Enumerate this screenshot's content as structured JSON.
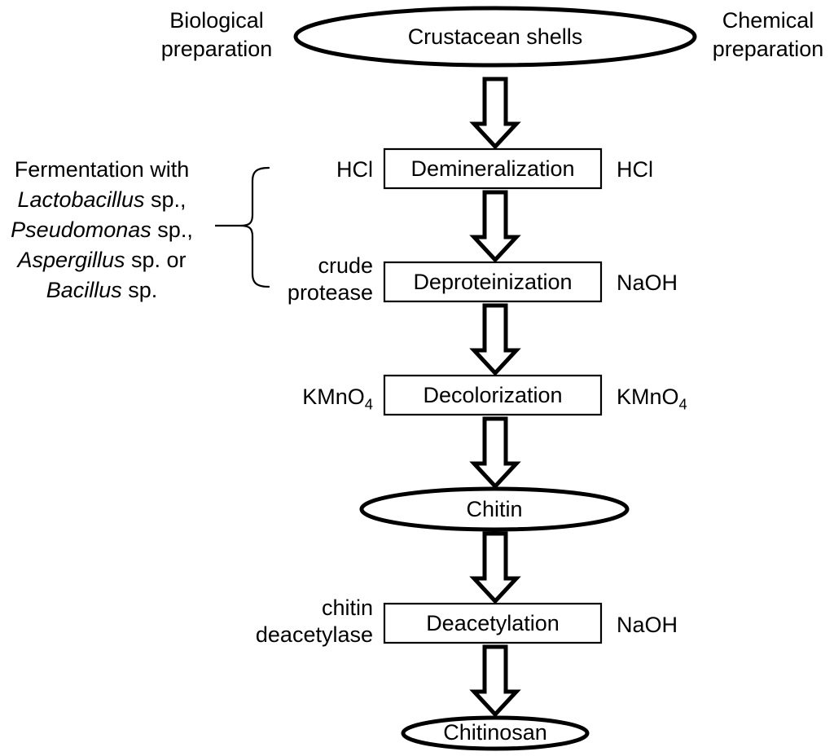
{
  "figure": {
    "type": "process-flowchart",
    "title_left": "Biological\npreparation",
    "title_right": "Chemical\npreparation"
  },
  "headers": {
    "left_line1": "Biological",
    "left_line2": "preparation",
    "right_line1": "Chemical",
    "right_line2": "preparation"
  },
  "nodes": {
    "start": {
      "label": "Crustacean shells",
      "shape": "ellipse"
    },
    "step1": {
      "label": "Demineralization",
      "shape": "rect"
    },
    "step2": {
      "label": "Deproteinization",
      "shape": "rect"
    },
    "step3": {
      "label": "Decolorization",
      "shape": "rect"
    },
    "intermediate": {
      "label": "Chitin",
      "shape": "ellipse"
    },
    "step4": {
      "label": "Deacetylation",
      "shape": "rect"
    },
    "end": {
      "label": "Chitinosan",
      "shape": "ellipse"
    }
  },
  "left_reagents": {
    "step1": "HCl",
    "step2_line1": "crude",
    "step2_line2": "protease",
    "step3_text": "KMnO",
    "step3_sub": "4",
    "step4_line1": "chitin",
    "step4_line2": "deacetylase"
  },
  "right_reagents": {
    "step1": "HCl",
    "step2": "NaOH",
    "step3_text": "KMnO",
    "step3_sub": "4",
    "step4": "NaOH"
  },
  "fermentation": {
    "line1": "Fermentation with",
    "line2_sci": "Lactobacillus",
    "line2_rest": " sp.,",
    "line3_sci": "Pseudomonas",
    "line3_rest": " sp.,",
    "line4_sci": "Aspergillus",
    "line4_rest": " sp. or",
    "line5_sci": "Bacillus",
    "line5_rest": " sp."
  },
  "colors": {
    "stroke": "#000000",
    "fill": "#ffffff",
    "text": "#000000"
  }
}
